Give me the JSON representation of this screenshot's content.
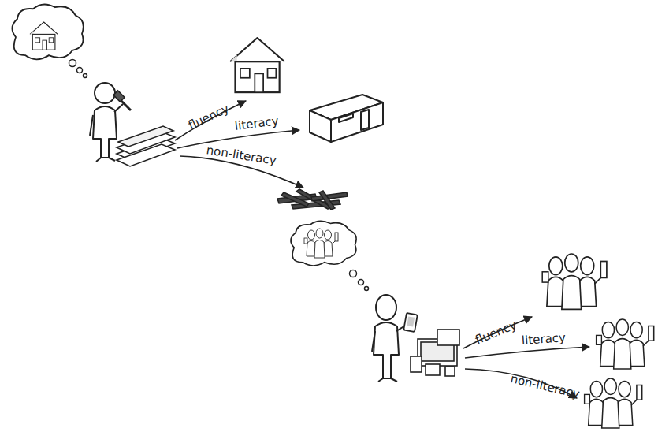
{
  "diagram": {
    "labels": [
      "fluency",
      "literacy",
      "non-literacy",
      "fluency",
      "literacy",
      "non-literacy"
    ]
  }
}
